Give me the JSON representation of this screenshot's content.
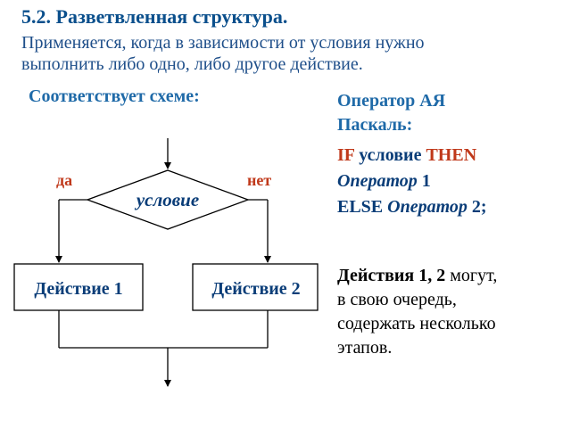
{
  "heading": {
    "number": "5.2.",
    "title": "Разветвленная структура."
  },
  "intro": {
    "line1": "Применяется, когда в зависимости от условия нужно",
    "line2": "выполнить либо одно, либо другое действие."
  },
  "scheme_label": "Соответствует схеме:",
  "flowchart": {
    "condition": "условие",
    "yes": "да",
    "no": "нет",
    "action1": "Действие 1",
    "action2": "Действие 2"
  },
  "pascal": {
    "title_line1": "Оператор АЯ",
    "title_line2": "Паскаль:",
    "kw_if": "IF",
    "cond_word": " условие ",
    "kw_then": "THEN",
    "op1_word": "Оператор",
    "op1_num": " 1",
    "kw_else": "ELSE",
    "op2_word": " Оператор",
    "op2_num": " 2;"
  },
  "note": {
    "bold_part": "Действия 1, 2",
    "line1_rest": " могут,",
    "line2": "в свою очередь,",
    "line3": "содержать несколько",
    "line4": "этапов."
  },
  "colors": {
    "heading": "#0a4f8c",
    "keyword": "#c0391b",
    "label": "#1f6aa8"
  }
}
